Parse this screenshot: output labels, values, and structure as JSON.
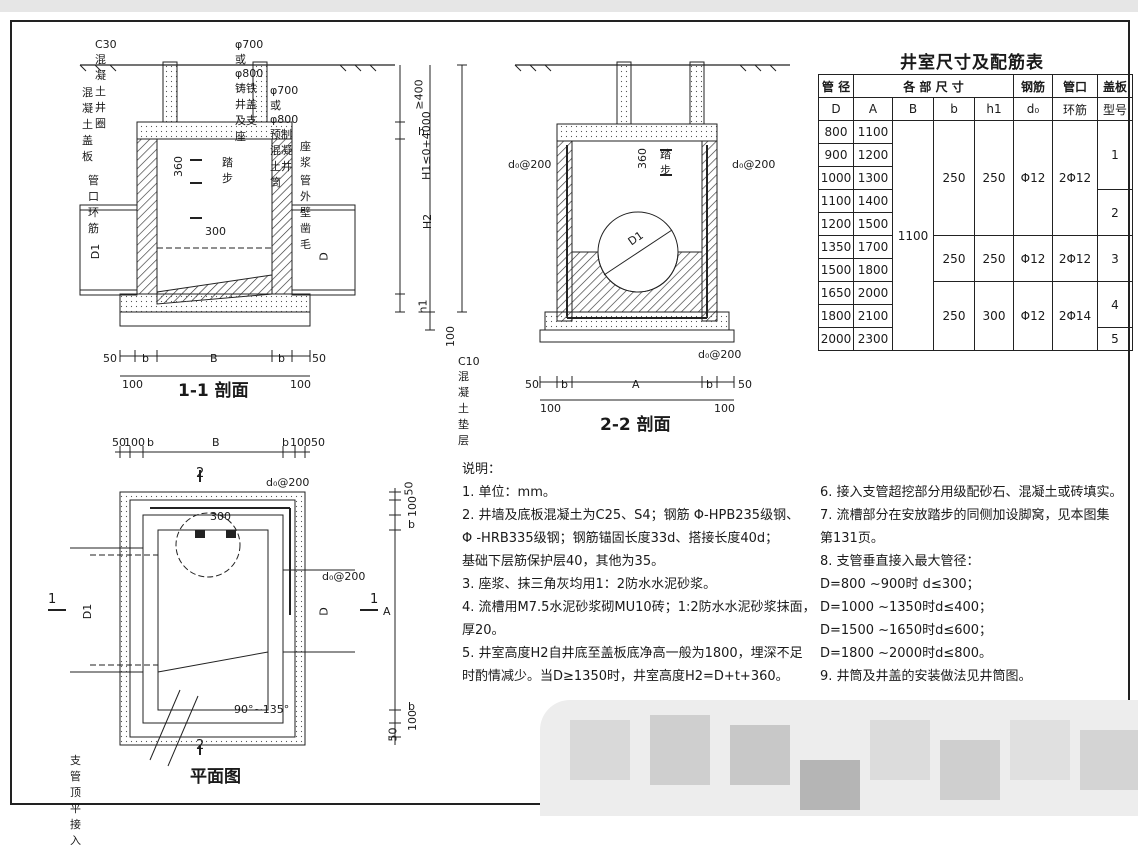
{
  "section11": {
    "title": "1-1 剖面",
    "labels": {
      "neck": "C30混凝土井圈",
      "cover": "φ700或φ800铸铁井盖及支座",
      "slab": "混凝土盖板",
      "shaft": "φ700或φ800预制混凝土井筒",
      "ring": "管口环筋",
      "mortar": "座浆",
      "plaster": "管外壁凿毛",
      "step": "踏步",
      "d360": "360",
      "d300": "300",
      "D1": "D1",
      "D": "D",
      "h": "h",
      "H2": "H2",
      "H1": "H1≤0+4000",
      "ge400": "≥400",
      "h1": "h1",
      "d100": "100"
    },
    "dims": [
      "50",
      "b",
      "B",
      "b",
      "50"
    ],
    "dims2": [
      "100",
      "100"
    ]
  },
  "section22": {
    "title": "2-2 剖面",
    "labels": {
      "step": "踏步",
      "d360": "360",
      "do_left": "d₀@200",
      "do_right": "d₀@200",
      "do_bottom": "d₀@200",
      "D1": "D1",
      "cushion": "C10混凝土垫层"
    },
    "dims": [
      "50",
      "b",
      "A",
      "b",
      "50"
    ],
    "dims2": [
      "100",
      "100"
    ]
  },
  "plan": {
    "title": "平面图",
    "labels": {
      "do_top": "d₀@200",
      "do_right": "d₀@200",
      "d300": "300",
      "D1": "D1",
      "D": "D",
      "A": "A",
      "angle": "90°~135°",
      "branch": "支管顶平接入",
      "cut_2": "2",
      "cut_1": "1"
    },
    "top_dims": [
      "50",
      "100",
      "b",
      "B",
      "b",
      "100",
      "50"
    ],
    "right_dims": [
      "50",
      "100",
      "b",
      "A",
      "b",
      "100",
      "50"
    ]
  },
  "table": {
    "title": "井室尺寸及配筋表",
    "header1": [
      "管 径",
      "各 部 尺 寸",
      "钢筋",
      "管口",
      "盖板"
    ],
    "header2": [
      "D",
      "A",
      "B",
      "b",
      "h1",
      "d₀",
      "环筋",
      "型号"
    ],
    "rows": [
      {
        "D": "800",
        "A": "1100"
      },
      {
        "D": "900",
        "A": "1200"
      },
      {
        "D": "1000",
        "A": "1300"
      },
      {
        "D": "1100",
        "A": "1400"
      },
      {
        "D": "1200",
        "A": "1500"
      },
      {
        "D": "1350",
        "A": "1700"
      },
      {
        "D": "1500",
        "A": "1800"
      },
      {
        "D": "1650",
        "A": "2000"
      },
      {
        "D": "1800",
        "A": "2100"
      },
      {
        "D": "2000",
        "A": "2300"
      }
    ],
    "B": "1100",
    "groups": [
      {
        "b": "250",
        "h1": "250",
        "d0": "Φ12",
        "ring": "2Φ12"
      },
      {
        "b": "250",
        "h1": "250",
        "d0": "Φ12",
        "ring": "2Φ12"
      },
      {
        "b": "250",
        "h1": "300",
        "d0": "Φ12",
        "ring": "2Φ14"
      }
    ],
    "cover_types": [
      "1",
      "2",
      "3",
      "4",
      "5"
    ]
  },
  "notes": {
    "heading": "说明：",
    "left": [
      "1. 单位：mm。",
      "2. 井墙及底板混凝土为C25、S4；钢筋 Φ-HPB235级钢、",
      "   Φ -HRB335级钢；钢筋锚固长度33d、搭接长度40d；",
      "   基础下层筋保护层40，其他为35。",
      "3. 座浆、抹三角灰均用1：2防水水泥砂浆。",
      "4. 流槽用M7.5水泥砂浆砌MU10砖；1:2防水水泥砂浆抹面，",
      "   厚20。",
      "5. 井室高度H2自井底至盖板底净高一般为1800，埋深不足",
      "   时酌情减少。当D≥1350时，井室高度H2=D+t+360。"
    ],
    "right": [
      "6. 接入支管超挖部分用级配砂石、混凝土或砖填实。",
      "7. 流槽部分在安放踏步的同侧加设脚窝，见本图集",
      "   第131页。",
      "8. 支管垂直接入最大管径：",
      "   D=800 ~900时  d≤300；",
      "   D=1000 ~1350时d≤400；",
      "   D=1500 ~1650时d≤600；",
      "   D=1800 ~2000时d≤800。",
      "9. 井筒及井盖的安装做法见井筒图。"
    ]
  }
}
